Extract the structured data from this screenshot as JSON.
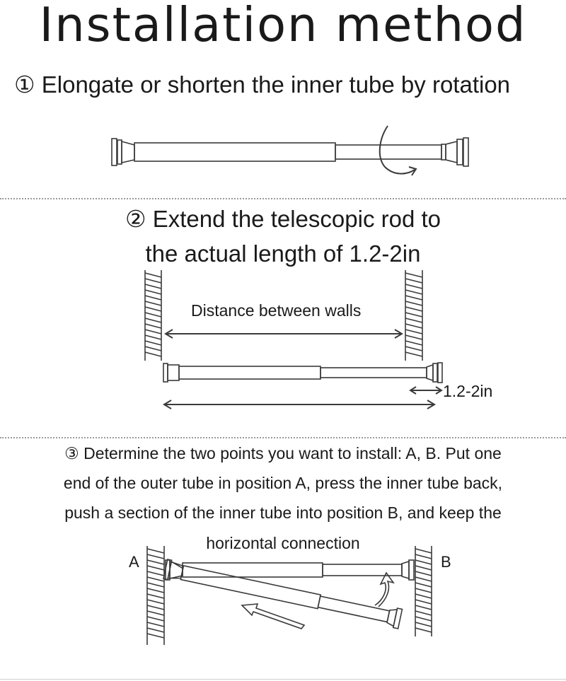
{
  "title": "Installation method",
  "steps": {
    "step1": "① Elongate or shorten the inner tube by rotation",
    "step2_line1": "② Extend the telescopic rod to",
    "step2_line2": "the actual length of 1.2-2in",
    "step3_lines": [
      "③ Determine the two points you want to install: A, B. Put one",
      "end of the outer tube in position A, press the inner tube back,",
      "push a section of the inner tube into position B, and keep the",
      "horizontal connection"
    ]
  },
  "diagram_labels": {
    "distance": "Distance between walls",
    "extension": "1.2-2in",
    "point_a": "A",
    "point_b": "B"
  },
  "colors": {
    "line": "#3a3a3a",
    "text": "#1a1a1a",
    "separator": "#9a9a9a"
  }
}
